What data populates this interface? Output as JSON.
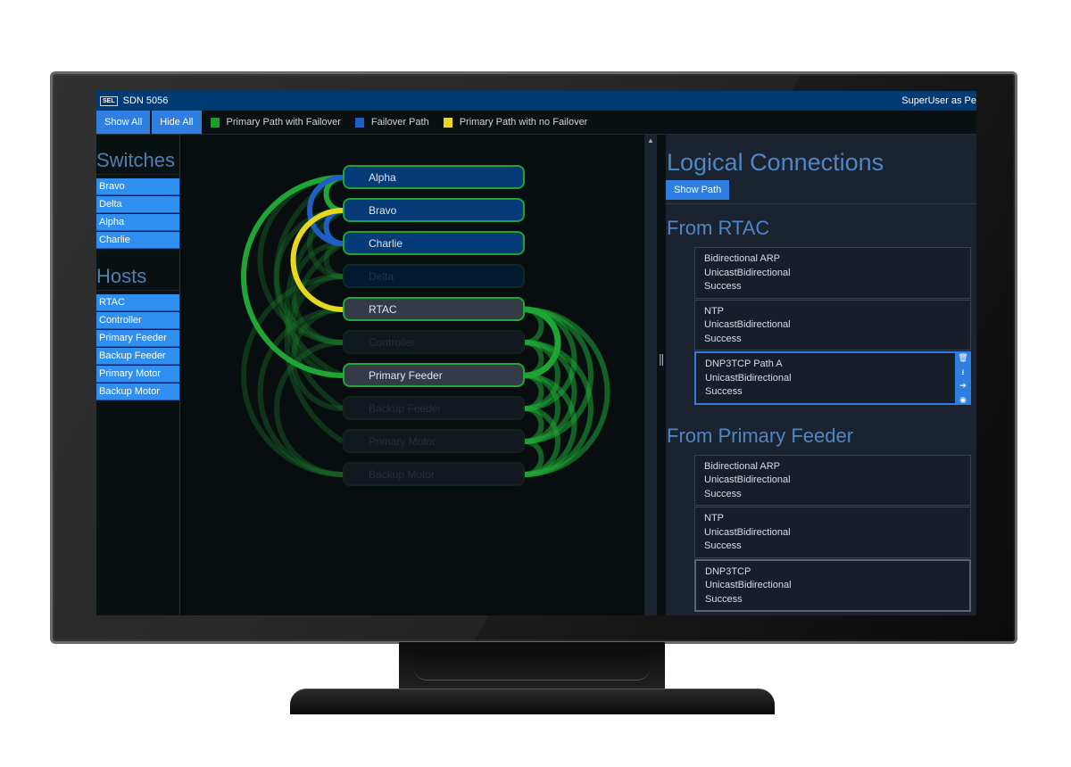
{
  "app": {
    "logo": "SEL",
    "title": "SDN 5056",
    "user_label": "SuperUser as Pe"
  },
  "toolbar": {
    "show_all_label": "Show All",
    "hide_all_label": "Hide All",
    "legend": [
      {
        "label": "Primary Path with Failover",
        "color": "#1e9a2e"
      },
      {
        "label": "Failover Path",
        "color": "#1f5fc4"
      },
      {
        "label": "Primary Path with no Failover",
        "color": "#e6d81e"
      }
    ]
  },
  "sidebar": {
    "switches_heading": "Switches",
    "switches": [
      "Bravo",
      "Delta",
      "Alpha",
      "Charlie"
    ],
    "hosts_heading": "Hosts",
    "hosts": [
      "RTAC",
      "Controller",
      "Primary Feeder",
      "Backup Feeder",
      "Primary Motor",
      "Backup Motor"
    ]
  },
  "diagram": {
    "nodes": [
      {
        "label": "Alpha",
        "kind": "switch",
        "state": "active"
      },
      {
        "label": "Bravo",
        "kind": "switch",
        "state": "active"
      },
      {
        "label": "Charlie",
        "kind": "switch",
        "state": "active"
      },
      {
        "label": "Delta",
        "kind": "switch",
        "state": "dim"
      },
      {
        "label": "RTAC",
        "kind": "host",
        "state": "active"
      },
      {
        "label": "Controller",
        "kind": "host",
        "state": "dim"
      },
      {
        "label": "Primary Feeder",
        "kind": "host",
        "state": "active"
      },
      {
        "label": "Backup Feeder",
        "kind": "host",
        "state": "dim"
      },
      {
        "label": "Primary Motor",
        "kind": "host",
        "state": "dim"
      },
      {
        "label": "Backup Motor",
        "kind": "host",
        "state": "dim"
      }
    ],
    "colors": {
      "primary_failover": "#1fa534",
      "failover": "#1f5fc4",
      "primary_no_failover": "#e6d81e"
    }
  },
  "right_panel": {
    "title": "Logical Connections",
    "show_path_label": "Show Path",
    "groups": [
      {
        "heading": "From RTAC",
        "connections": [
          {
            "name": "Bidirectional ARP",
            "type": "UnicastBidirectional",
            "status": "Success"
          },
          {
            "name": "NTP",
            "type": "UnicastBidirectional",
            "status": "Success"
          },
          {
            "name": "DNP3TCP Path A",
            "type": "UnicastBidirectional",
            "status": "Success",
            "selected": true
          }
        ]
      },
      {
        "heading": "From Primary Feeder",
        "connections": [
          {
            "name": "Bidirectional ARP",
            "type": "UnicastBidirectional",
            "status": "Success"
          },
          {
            "name": "NTP",
            "type": "UnicastBidirectional",
            "status": "Success"
          },
          {
            "name": "DNP3TCP",
            "type": "UnicastBidirectional",
            "status": "Success"
          }
        ]
      }
    ],
    "actions": [
      "trash-icon",
      "download-icon",
      "arrow-right-icon",
      "eye-icon"
    ]
  }
}
